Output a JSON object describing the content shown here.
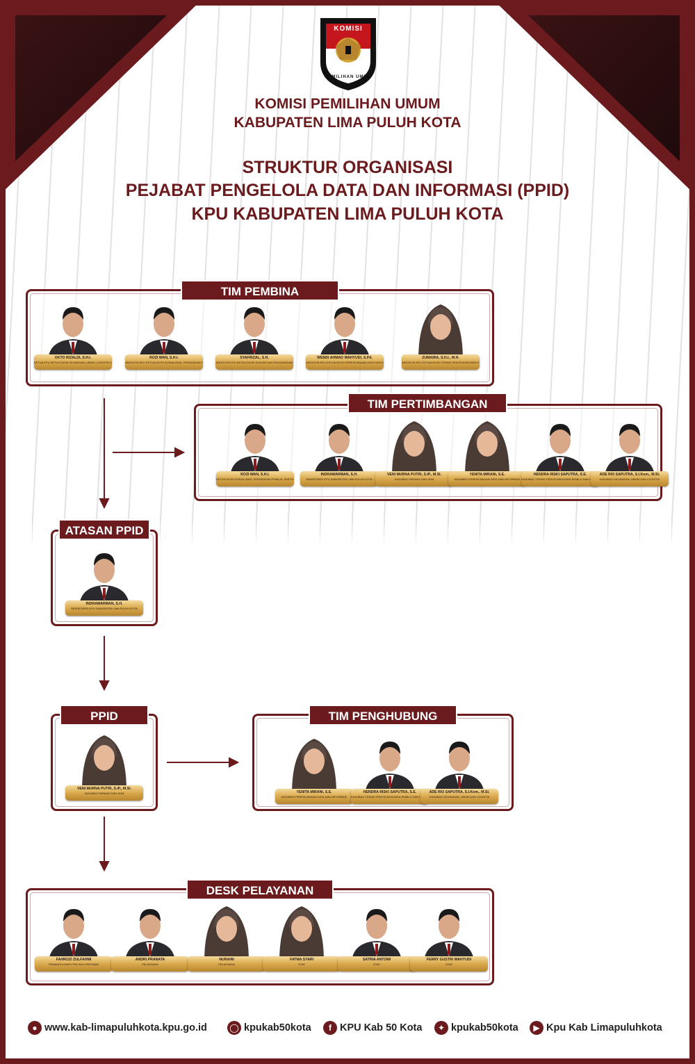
{
  "header": {
    "logo_top": "KOMISI",
    "logo_bottom": "PEMILIHAN UMUM",
    "org_line1": "KOMISI PEMILIHAN UMUM",
    "org_line2": "KABUPATEN LIMA PULUH KOTA",
    "title_line1": "STRUKTUR ORGANISASI",
    "title_line2": "PEJABAT PENGELOLA DATA DAN INFORMASI (PPID)",
    "title_line3": "KPU KABUPATEN LIMA PULUH KOTA"
  },
  "colors": {
    "maroon": "#6b1a1d",
    "gold": "#d9a94c",
    "stripe": "#e3e3e3"
  },
  "sections": {
    "tim_pembina": {
      "label": "TIM PEMBINA",
      "members": [
        {
          "name": "OKTO RIZALDI, S.H.I.",
          "role": "KETUA KPU KETUA DIVISI KEUANGAN, UMUM, LOGISTIK DAN RUMAH TANGGA"
        },
        {
          "name": "ROZI WAN, S.H.I.",
          "role": "ANGGOTA KPU KETUA DIVISI SOSIALISASI, PENDIDIKAN PEMILIH, PARTISIPASI MASYARAKAT DAN SDM"
        },
        {
          "name": "SYAFRIZAL, S.H.",
          "role": "ANGGOTA KPU KETUA DIVISI HUKUM DAN PENGAWASAN"
        },
        {
          "name": "WENDI AHMAD WAHYUDI, S.Pd.",
          "role": "ANGGOTA KPU KETUA DIVISI PERENCANAAN DATA DAN INFORMASI"
        },
        {
          "name": "ZUMAIRA, S.H.I., M.H.",
          "role": "ANGGOTA KPU KETUA DIVISI TEKNIS PENYELENGGARA PEMILU"
        }
      ]
    },
    "tim_pertimbangan": {
      "label": "TIM PERTIMBANGAN",
      "members": [
        {
          "name": "ROZI WAN, S.H.I.",
          "role": "KETUA DIVISI SOSIALISASI, PENDIDIKAN PEMILIH, PARTISIPASI MASYARAKAT DAN SDM"
        },
        {
          "name": "INDRAWARMAN, S.H.",
          "role": "SEKRETARIS KPU KABUPATEN LIMA PULUH KOTA"
        },
        {
          "name": "VENI MURNA PUTRI, S.IP., M.Si.",
          "role": "KASUBAG PARMAS DAN SDM"
        },
        {
          "name": "YENITA MIRANI, S.E.",
          "role": "KASUBAG PERENCANAAN DATA DAN INFORMASI"
        },
        {
          "name": "HENDRA RISKI SAPUTRA, S.E.",
          "role": "KASUBAG TEKNIS PENYELENGGARA PEMILU DAN HUKUM"
        },
        {
          "name": "ADE RIO SAPUTRA, S.I.Kom., M.Si.",
          "role": "KASUBAG KEUANGAN, UMUM DAN LOGISTIK"
        }
      ]
    },
    "atasan_ppid": {
      "label": "ATASAN PPID",
      "members": [
        {
          "name": "INDRAWARMAN, S.H.",
          "role": "SEKRETARIS KPU KABUPATEN LIMA PULUH KOTA"
        }
      ]
    },
    "ppid": {
      "label": "PPID",
      "members": [
        {
          "name": "VENI MURNA PUTRI, S.IP., M.Si.",
          "role": "KASUBAG PARMAS DAN SDM"
        }
      ]
    },
    "tim_penghubung": {
      "label": "TIM PENGHUBUNG",
      "members": [
        {
          "name": "YENITA MIRANI, S.E.",
          "role": "KASUBAG PERENCANAAN DATA DAN INFORMASI"
        },
        {
          "name": "HENDRA RISKI SAPUTRA, S.E.",
          "role": "KASUBAG TEKNIS PENYELENGGARA PEMILU DAN HUKUM"
        },
        {
          "name": "ADE RIO SAPUTRA, S.I.Kom., M.Si.",
          "role": "KASUBAG KEUANGAN, UMUM DAN LOGISTIK"
        }
      ]
    },
    "desk_pelayanan": {
      "label": "DESK PELAYANAN",
      "members": [
        {
          "name": "FAHROZI ZULFAHMI",
          "role": "PRANATA KOMPUTER AHLI PERTAMA"
        },
        {
          "name": "ANDRI PRANATA",
          "role": "PELAKSANA"
        },
        {
          "name": "NURAINI",
          "role": "PELAKSANA"
        },
        {
          "name": "FATMA SYARI",
          "role": "STAF"
        },
        {
          "name": "SATRIA ANTOMI",
          "role": "STAF"
        },
        {
          "name": "FERRY GUSTRI WAHYUDI",
          "role": "STAF"
        }
      ]
    }
  },
  "footer": {
    "website": {
      "icon": "globe-icon",
      "text": "www.kab-limapuluhkota.kpu.go.id"
    },
    "instagram": {
      "icon": "instagram-icon",
      "text": "kpukab50kota"
    },
    "facebook": {
      "icon": "facebook-icon",
      "text": "KPU Kab 50 Kota"
    },
    "twitter": {
      "icon": "twitter-icon",
      "text": "kpukab50kota"
    },
    "youtube": {
      "icon": "youtube-icon",
      "text": "Kpu Kab Limapuluhkota"
    }
  }
}
